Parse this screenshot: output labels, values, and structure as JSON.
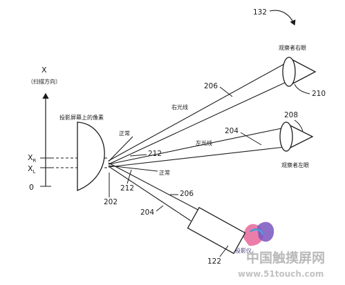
{
  "labels": {
    "fig_number": "132",
    "x_axis": "X",
    "scan_direction": "（扫描方向）",
    "x_r_main": "X",
    "x_r_sub": "R",
    "x_l_main": "X",
    "x_l_sub": "L",
    "zero": "0",
    "screen_pixel": "投影屏幕上的像素",
    "normal_upper": "正常",
    "normal_lower": "正常",
    "right_ray": "右光线",
    "left_ray": "左光线",
    "right_eye": "观察者右眼",
    "left_eye": "观察者左眼",
    "projector": "投影仪",
    "ref_206_top": "206",
    "ref_204_mid": "204",
    "ref_210": "210",
    "ref_208": "208",
    "ref_212_a": "212",
    "ref_212_b": "212",
    "ref_202": "202",
    "ref_206_bottom": "206",
    "ref_204_bottom": "204",
    "ref_122": "122"
  },
  "watermark": {
    "text_cn": "中国触摸屏网",
    "text_url": "www.51touch.com"
  },
  "colors": {
    "line": "#1a1a1a",
    "watermark_pink": "#e0609a",
    "watermark_purple": "#7a4fb8",
    "watermark_text": "#bbbbbb"
  }
}
